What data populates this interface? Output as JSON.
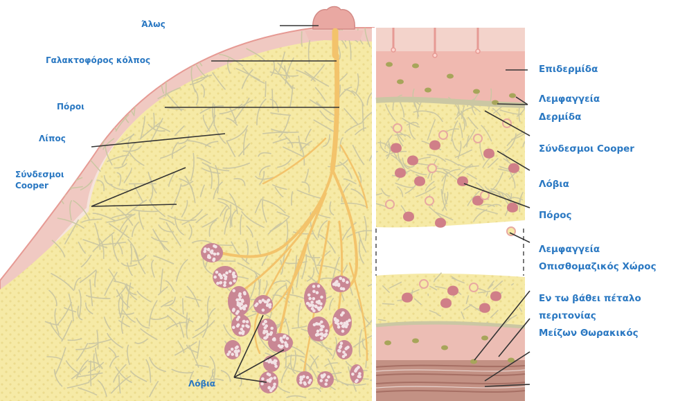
{
  "colors": {
    "label": "#2a78c2",
    "leader_line": "#333333",
    "fat": "#f6eaa6",
    "fat_dots": "#e8d98a",
    "fibers": "#cbc7a3",
    "skin": "#efc4bc",
    "skin_edge": "#e69a94",
    "duct": "#f3c36b",
    "lobule": "#c98794",
    "lobule_dot": "#f3e3e6",
    "muscle": "#b88478"
  },
  "left_labels": {
    "areola": "Άλως",
    "lactiferous_sinus": "Γαλακτοφόρος κόλπος",
    "ducts": "Πόροι",
    "fat": "Λίπος",
    "cooper_line1": "Σύνδεσμοι",
    "cooper_line2": "Cooper",
    "lobules": "Λόβια"
  },
  "right_labels": {
    "epidermis": "Επιδερμίδα",
    "lymphatics": "Λεμφαγγεία",
    "dermis": "Δερμίδα",
    "cooper": "Σύνδεσμοι Cooper",
    "lobules": "Λόβια",
    "duct": "Πόρος",
    "lymphatics2": "Λεμφαγγεία",
    "retromammary": "Οπισθομαζικός  Χώρος",
    "deep_fascia1": "Εν τω βάθει πέταλο",
    "deep_fascia2": "περιτονίας",
    "pectoralis": "Μείζων Θωρακικός"
  }
}
